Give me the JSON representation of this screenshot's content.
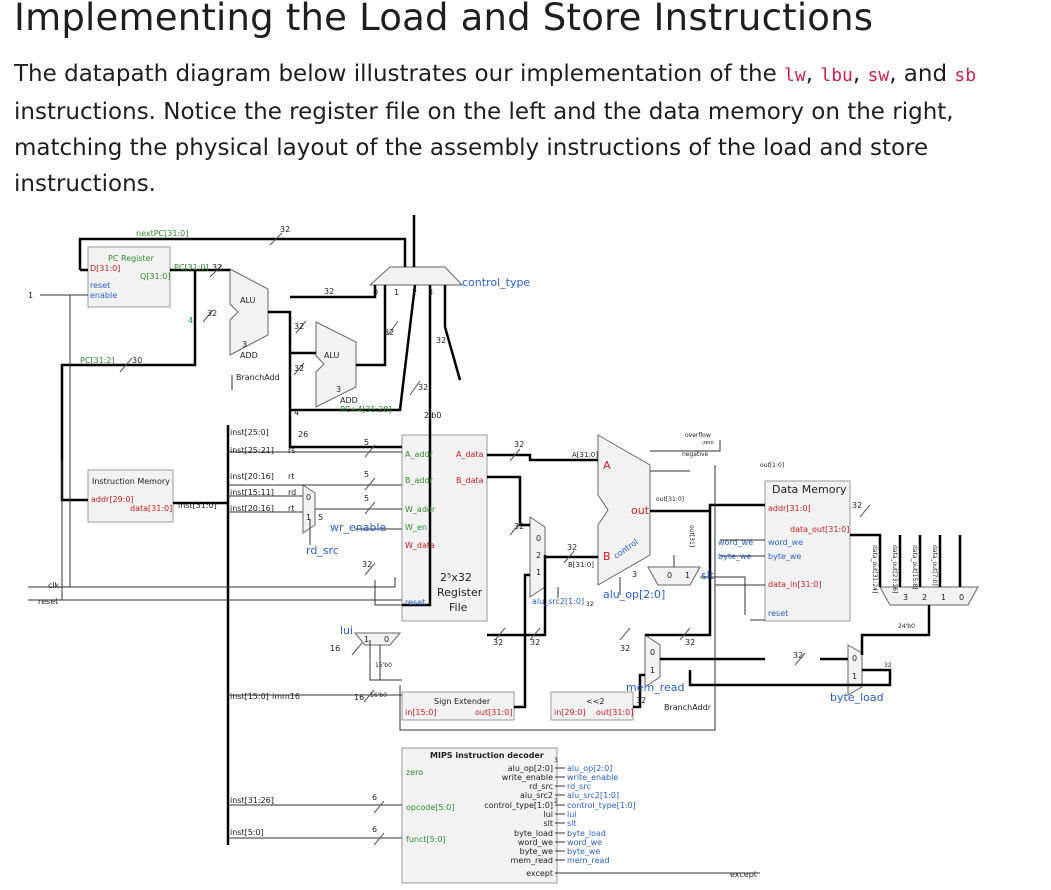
{
  "heading": "Implementing the Load and Store Instructions",
  "intro": {
    "t1": "The datapath diagram below illustrates our implementation of the ",
    "c1": "lw",
    "s1": ", ",
    "c2": "lbu",
    "s2": ", ",
    "c3": "sw",
    "s3": ", and ",
    "c4": "sb",
    "t2": " instructions. Notice the register file on the left and the data memory on the right, matching the physical layout of the assembly instructions of the load and store instructions."
  },
  "diagram": {
    "nextpc": "nextPC[31:0]",
    "w32": "32",
    "w4": "4",
    "w3": "3",
    "w26": "26",
    "w5": "5",
    "w16": "16",
    "w6": "6",
    "w30": "30",
    "two_b0": "2'b0",
    "pc_register": "PC Register",
    "pc_d": "D[31:0]",
    "pc_q": "Q[31:0]",
    "pc_reset": "reset",
    "pc_enable": "enable",
    "one": "1",
    "pc_bus": "PC[31:0]",
    "pc_upper": "PC[31:2]",
    "alu": "ALU",
    "add": "ADD",
    "branch_add": "BranchAdd",
    "pc4_upper": "PC+4[31:28]",
    "mux_0": "0",
    "mux_1": "1",
    "mux_2": "2",
    "mux_3": "3",
    "control_type": "control_type",
    "imem": "Instruction Memory",
    "imem_addr": "addr[29:0]",
    "imem_data": "data[31:0]",
    "inst_bus": "inst[31:0]",
    "inst_25_0": "inst[25:0]",
    "inst_25_21": "inst[25:21]",
    "inst_20_16": "inst[20:16]",
    "inst_15_11": "inst[15:11]",
    "inst_15_0": "inst[15:0]",
    "inst_31_26": "inst[31:26]",
    "inst_5_0": "inst[5:0]",
    "rs": "rs",
    "rt": "rt",
    "rd": "rd",
    "imm16": "imm16",
    "wr_enable": "wr_enable",
    "rd_src": "rd_src",
    "a_addr": "A_addr",
    "b_addr": "B_addr",
    "w_addr": "W_addr",
    "w_en": "W_en",
    "w_data": "W_data",
    "a_data": "A_data",
    "b_data": "B_data",
    "rf_title": "2⁵x32",
    "rf_reg": "Register",
    "rf_file": "File",
    "reset": "reset",
    "clk": "clk",
    "lui": "lui",
    "w15b0": "15'b0",
    "w16b0": "16'b0",
    "sign_ext": "Sign Extender",
    "se_in": "in[15:0]",
    "se_out": "out[31:0]",
    "shift_label": "<<2",
    "sh_in": "in[29:0]",
    "sh_out": "out[31:0]",
    "branch_addr": "BranchAddr",
    "alu_a": "A",
    "alu_b": "B",
    "alu_out": "out",
    "alu_control": "control",
    "alu_a31": "A[31:0]",
    "alu_b31": "B[31:0]",
    "overflow": "overflow",
    "zero_small": "zero",
    "negative": "negative",
    "out_bits": "out[31:0]",
    "out_bit31": "out[31]",
    "slt": "slt",
    "alu_src2": "alu_src2[1:0]",
    "alu_op": "alu_op[2:0]",
    "mem_read": "mem_read",
    "out_1_0": "out[1:0]",
    "dmem": "Data Memory",
    "dm_addr": "addr[31:0]",
    "dm_dout": "data_out[31:0]",
    "dm_din": "data_in[31:0]",
    "dm_wwe": "word_we",
    "dm_bwe": "byte_we",
    "word_we": "word_we",
    "byte_we": "byte_we",
    "b_31_24": "data_out[31:24]",
    "b_23_16": "data_out[23:16]",
    "b_15_8": "data_out[15:8]",
    "b_7_0": "data_out[7:0]",
    "w24b0": "24'b0",
    "byte_load": "byte_load",
    "decoder_title": "MIPS instruction decoder",
    "dec_zero": "zero",
    "dec_opcode": "opcode[5:0]",
    "dec_funct": "funct[5:0]",
    "dec_outputs": [
      "alu_op[2:0]",
      "write_enable",
      "rd_src",
      "alu_src2",
      "control_type[1:0]",
      "lui",
      "slt",
      "byte_load",
      "word_we",
      "byte_we",
      "mem_read",
      "except"
    ],
    "dec_signals": [
      "alu_op[2:0]",
      "write_enable",
      "rd_src",
      "alu_src2[1:0]",
      "control_type[1:0]",
      "lui",
      "slt",
      "byte_load",
      "word_we",
      "byte_we",
      "mem_read"
    ],
    "except": "except"
  },
  "colors": {
    "text": "#1e1e1e",
    "code": "#c7254e",
    "wire": "#000000",
    "thin_wire": "#6e6e6e",
    "label_green": "#2e8b2e",
    "label_red": "#c81e1e",
    "label_blue": "#2a62c9",
    "module_fill": "#f2f2f2"
  }
}
